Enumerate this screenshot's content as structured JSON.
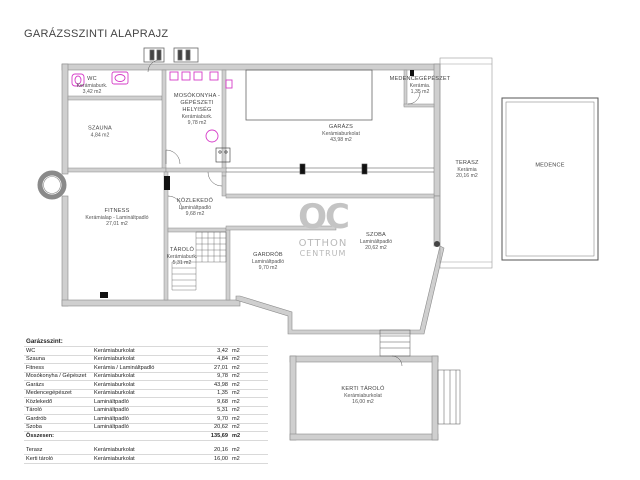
{
  "title": "GARÁZSSZINTI ALAPRAJZ",
  "rooms": {
    "wc": {
      "name": "WC",
      "floor": "Kerámiaburk.",
      "area": "3,42 m2"
    },
    "szauna": {
      "name": "SZAUNA",
      "area": "4,84 m2"
    },
    "mosokonyha": {
      "name": "MOSÓKONYHA -",
      "name2": "GÉPÉSZETI",
      "name3": "HELYISÉG",
      "floor": "Kerámiaburk.",
      "area": "9,78 m2"
    },
    "medencegepeszet": {
      "name": "MEDENCEGÉPÉSZET",
      "floor": "Kerámia.",
      "area": "1,35 m2"
    },
    "garazs": {
      "name": "GARÁZS",
      "floor": "Kerámiaburkolat",
      "area": "43,98 m2"
    },
    "terasz": {
      "name": "TERASZ",
      "floor": "Kerámia",
      "area": "20,16 m2"
    },
    "medence": {
      "name": "MEDENCE"
    },
    "fitness": {
      "name": "FITNESS",
      "floor": "Kerámialap - Lamináltpadló",
      "area": "27,01 m2"
    },
    "kozlekedo": {
      "name": "KÖZLEKEDŐ",
      "floor": "Lamináltpadló",
      "area": "9,68 m2"
    },
    "taroló": {
      "name": "TÁROLÓ",
      "floor": "Kerámiaburk.",
      "area": "5,31 m2"
    },
    "gardrob": {
      "name": "GARDRÓB",
      "floor": "Lamináltpadló",
      "area": "9,70 m2"
    },
    "szoba": {
      "name": "SZOBA",
      "floor": "Lamináltpadló",
      "area": "20,62 m2"
    },
    "kerti": {
      "name": "KERTI TÁROLÓ",
      "floor": "Kerámiaburkolat",
      "area": "16,00 m2"
    }
  },
  "watermark": {
    "logo": "OC",
    "line1": "OTTHON",
    "line2": "CENTRUM"
  },
  "table": {
    "header": "Garázsszint:",
    "rows": [
      {
        "name": "WC",
        "floor": "Kerámiaburkolat",
        "area": "3,42",
        "unit": "m2"
      },
      {
        "name": "Szauna",
        "floor": "Kerámiaburkolat",
        "area": "4,84",
        "unit": "m2"
      },
      {
        "name": "Fitness",
        "floor": "Kerámia / Lamináltpadló",
        "area": "27,01",
        "unit": "m2"
      },
      {
        "name": "Mosókonyha / Gépészet",
        "floor": "Kerámiaburkolat",
        "area": "9,78",
        "unit": "m2"
      },
      {
        "name": "Garázs",
        "floor": "Kerámiaburkolat",
        "area": "43,98",
        "unit": "m2"
      },
      {
        "name": "Medencegépészet",
        "floor": "Kerámiaburkolat",
        "area": "1,35",
        "unit": "m2"
      },
      {
        "name": "Közlekedő",
        "floor": "Lamináltpadló",
        "area": "9,68",
        "unit": "m2"
      },
      {
        "name": "Tároló",
        "floor": "Lamináltpadló",
        "area": "5,31",
        "unit": "m2"
      },
      {
        "name": "Gardrób",
        "floor": "Lamináltpadló",
        "area": "9,70",
        "unit": "m2"
      },
      {
        "name": "Szoba",
        "floor": "Lamináltpadló",
        "area": "20,62",
        "unit": "m2"
      }
    ],
    "total": {
      "name": "Összesen:",
      "area": "135,69",
      "unit": "m2"
    },
    "extra": [
      {
        "name": "Terasz",
        "floor": "Kerámiaburkolat",
        "area": "20,16",
        "unit": "m2"
      },
      {
        "name": "Kerti tároló",
        "floor": "Kerámiaburkolat",
        "area": "16,00",
        "unit": "m2"
      }
    ]
  },
  "colors": {
    "wall": "#cfcfcf",
    "wall_stroke": "#8a8a8a",
    "fixture": "#d63cc8",
    "line": "#555555"
  }
}
